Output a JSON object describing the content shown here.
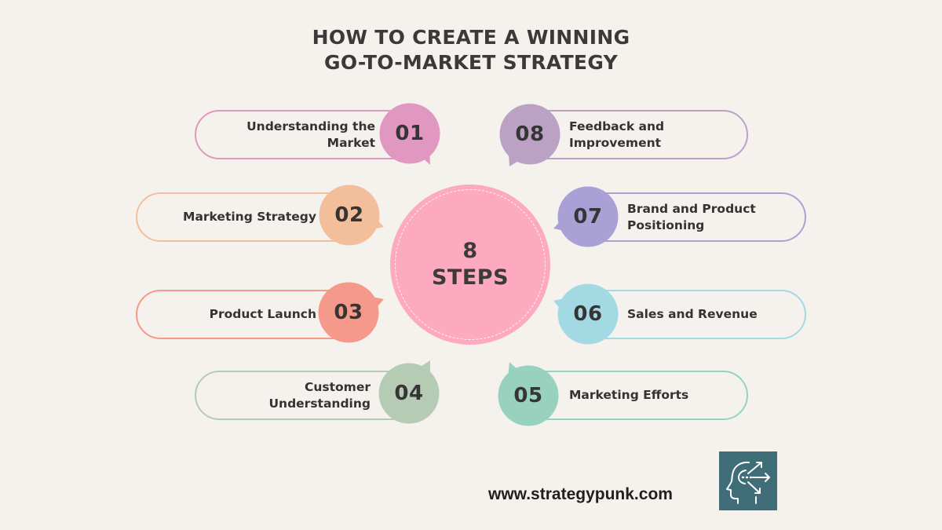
{
  "title": {
    "line1": "HOW TO CREATE A WINNING",
    "line2": "GO-TO-MARKET STRATEGY"
  },
  "center": {
    "number": "8",
    "label": "STEPS",
    "color": "#fda9c0"
  },
  "steps": [
    {
      "number": "01",
      "line1": "Understanding the",
      "line2": "Market",
      "color": "#e198c0",
      "side": "left"
    },
    {
      "number": "02",
      "line1": "Marketing Strategy",
      "line2": "",
      "color": "#f2bf9a",
      "side": "left"
    },
    {
      "number": "03",
      "line1": "Product Launch",
      "line2": "",
      "color": "#f5998a",
      "side": "left"
    },
    {
      "number": "04",
      "line1": "Customer",
      "line2": "Understanding",
      "color": "#b5cbb4",
      "side": "left"
    },
    {
      "number": "05",
      "line1": "Marketing Efforts",
      "line2": "",
      "color": "#98d2bf",
      "side": "right"
    },
    {
      "number": "06",
      "line1": "Sales and Revenue",
      "line2": "",
      "color": "#a2d9e3",
      "side": "right"
    },
    {
      "number": "07",
      "line1": "Brand and Product",
      "line2": "Positioning",
      "color": "#a9a0d6",
      "side": "right"
    },
    {
      "number": "08",
      "line1": "Feedback and",
      "line2": "Improvement",
      "color": "#bba2c5",
      "side": "right"
    }
  ],
  "footer": {
    "url": "www.strategypunk.com",
    "logo_icon": "head-strategy-arrows-icon",
    "logo_color": "#3f6e78"
  }
}
